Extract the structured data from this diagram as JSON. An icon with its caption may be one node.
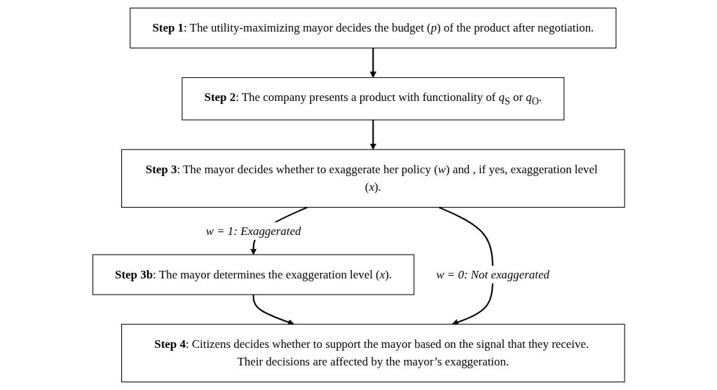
{
  "diagram": {
    "nodes": [
      {
        "text": [
          "**Step 1**: The utility-maximizing mayor decides the budget (*p*) of the product after negotiation."
        ]
      },
      {
        "text": [
          "**Step 2**: The company presents a product with functionality of *q*$_{S}$ or *q*$_{O}$."
        ]
      },
      {
        "text": [
          "**Step 3**: The mayor decides whether to exaggerate her policy (*w*) and , if yes, exaggeration level (*x*)."
        ]
      },
      {
        "text": [
          "**Step 3b**: The mayor determines the exaggeration level (*x*)."
        ]
      },
      {
        "text": [
          "**Step 4**: Citizens decides whether to support the mayor based on the signal that they receive. Their decisions are affected by the mayor’s exaggeration."
        ]
      }
    ],
    "edges": [
      {
        "from": 0,
        "to": 1,
        "arrow": "to"
      },
      {
        "from": 1,
        "to": 2,
        "arrow": "to"
      },
      {
        "from": 2,
        "to": 3,
        "arrow": "to",
        "label": "w = 1: Exaggerated"
      },
      {
        "from": 3,
        "to": 4,
        "arrow": "to"
      },
      {
        "from": 2,
        "to": 4,
        "arrow": "to",
        "label": "w = 0: Not exaggerated"
      }
    ]
  }
}
